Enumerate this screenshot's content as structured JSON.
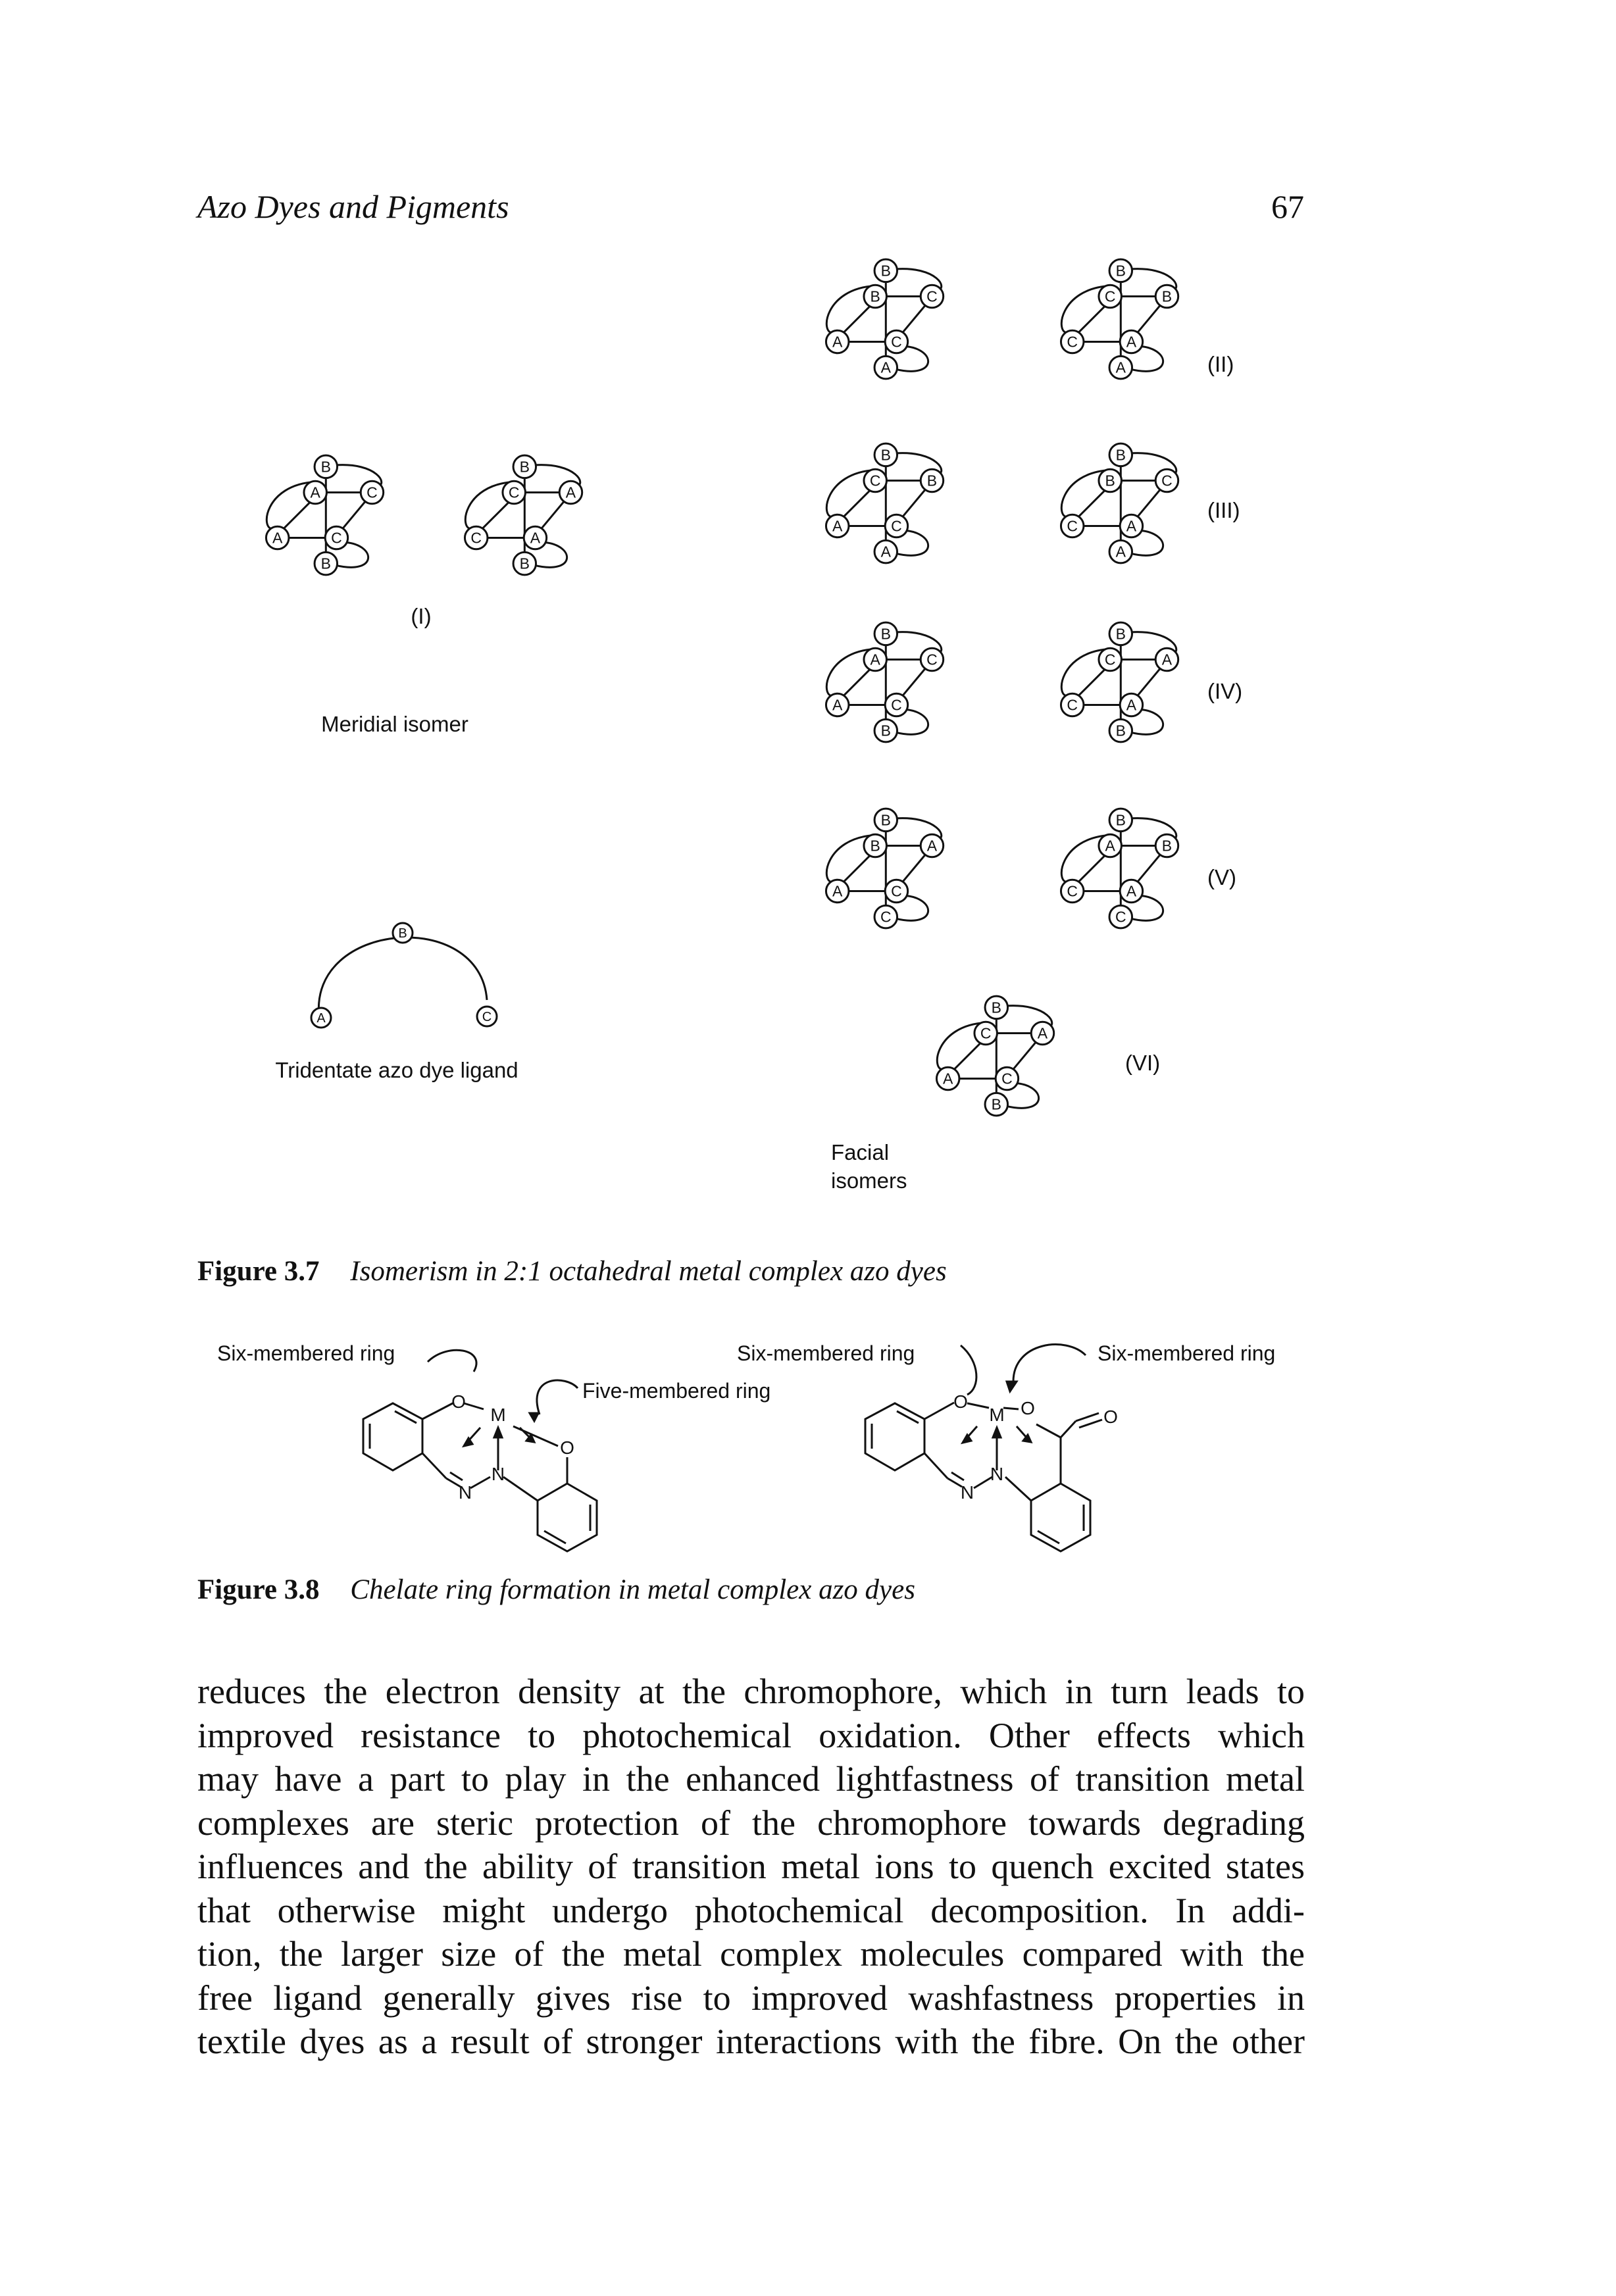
{
  "header": {
    "running_head": "Azo Dyes and Pigments",
    "page_number": "67"
  },
  "figure_3_7": {
    "labels": {
      "meridial_roman": "(I)",
      "meridial_caption": "Meridial isomer",
      "ligand_caption": "Tridentate azo dye ligand",
      "facial_caption_line1": "Facial",
      "facial_caption_line2": "isomers",
      "row2": "(II)",
      "row3": "(III)",
      "row4": "(IV)",
      "row5": "(V)",
      "row6": "(VI)"
    },
    "ligand_letters": {
      "a": "A",
      "b": "B",
      "c": "C"
    },
    "caption_label": "Figure 3.7",
    "caption_text": "Isomerism in 2:1 octahedral metal complex azo dyes"
  },
  "figure_3_8": {
    "labels": {
      "left_six": "Six-membered ring",
      "five": "Five-membered ring",
      "right_six_a": "Six-membered ring",
      "right_six_b": "Six-membered ring"
    },
    "atoms": {
      "metal": "M",
      "oxygen": "O",
      "nitrogen": "N"
    },
    "caption_label": "Figure 3.8",
    "caption_text": "Chelate ring formation in metal complex azo dyes"
  },
  "body": {
    "lines": [
      "reduces the electron density at the chromophore, which in turn leads to",
      "improved resistance to photochemical oxidation. Other effects which",
      "may have a part to play in the enhanced lightfastness of transition metal",
      "complexes are steric protection of the chromophore towards degrading",
      "influences and the ability of transition metal ions to quench excited states",
      "that otherwise might undergo photochemical decomposition. In addi-",
      "tion, the larger size of the metal complex molecules compared with the",
      "free ligand generally gives rise to improved washfastness properties in",
      "textile dyes as a result of stronger interactions with the fibre. On the other"
    ]
  }
}
